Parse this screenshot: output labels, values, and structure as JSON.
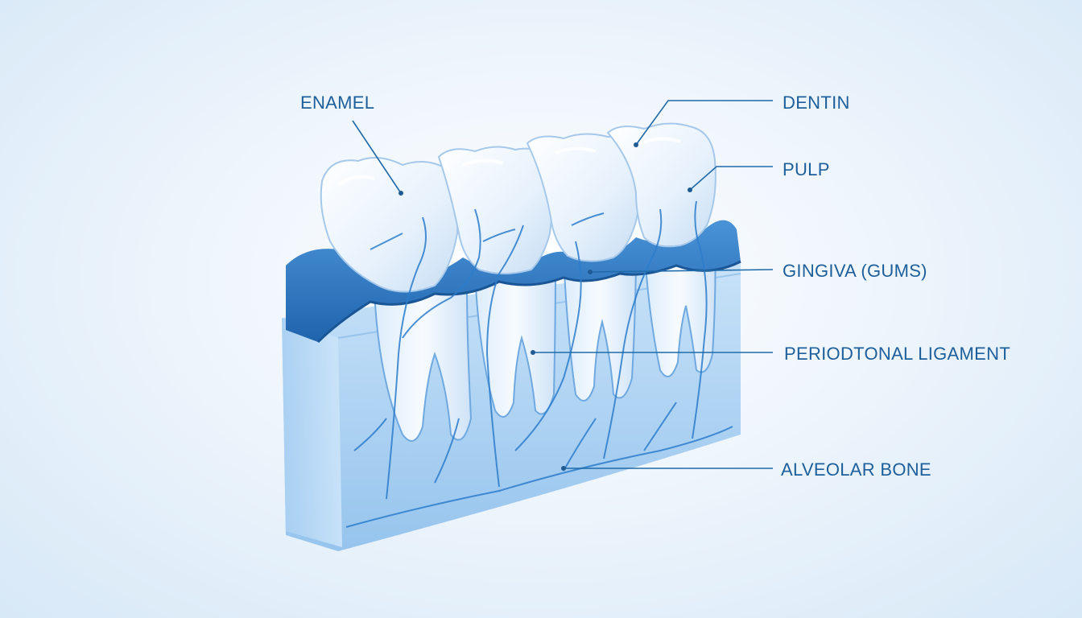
{
  "labels": {
    "enamel": "ENAMEL",
    "dentin": "DENTIN",
    "pulp": "PULP",
    "gingiva": "GINGIVA (GUMS)",
    "ligament": "PERIODTONAL LIGAMENT",
    "bone": "ALVEOLAR BONE"
  },
  "colors": {
    "label_text": "#1d5f9b",
    "leader_line": "#1f6aa8",
    "gum": "#2a78c4",
    "bone": "#9cc8ee",
    "tooth": "#f4f9ff",
    "vessel": "#2c7dcc"
  }
}
